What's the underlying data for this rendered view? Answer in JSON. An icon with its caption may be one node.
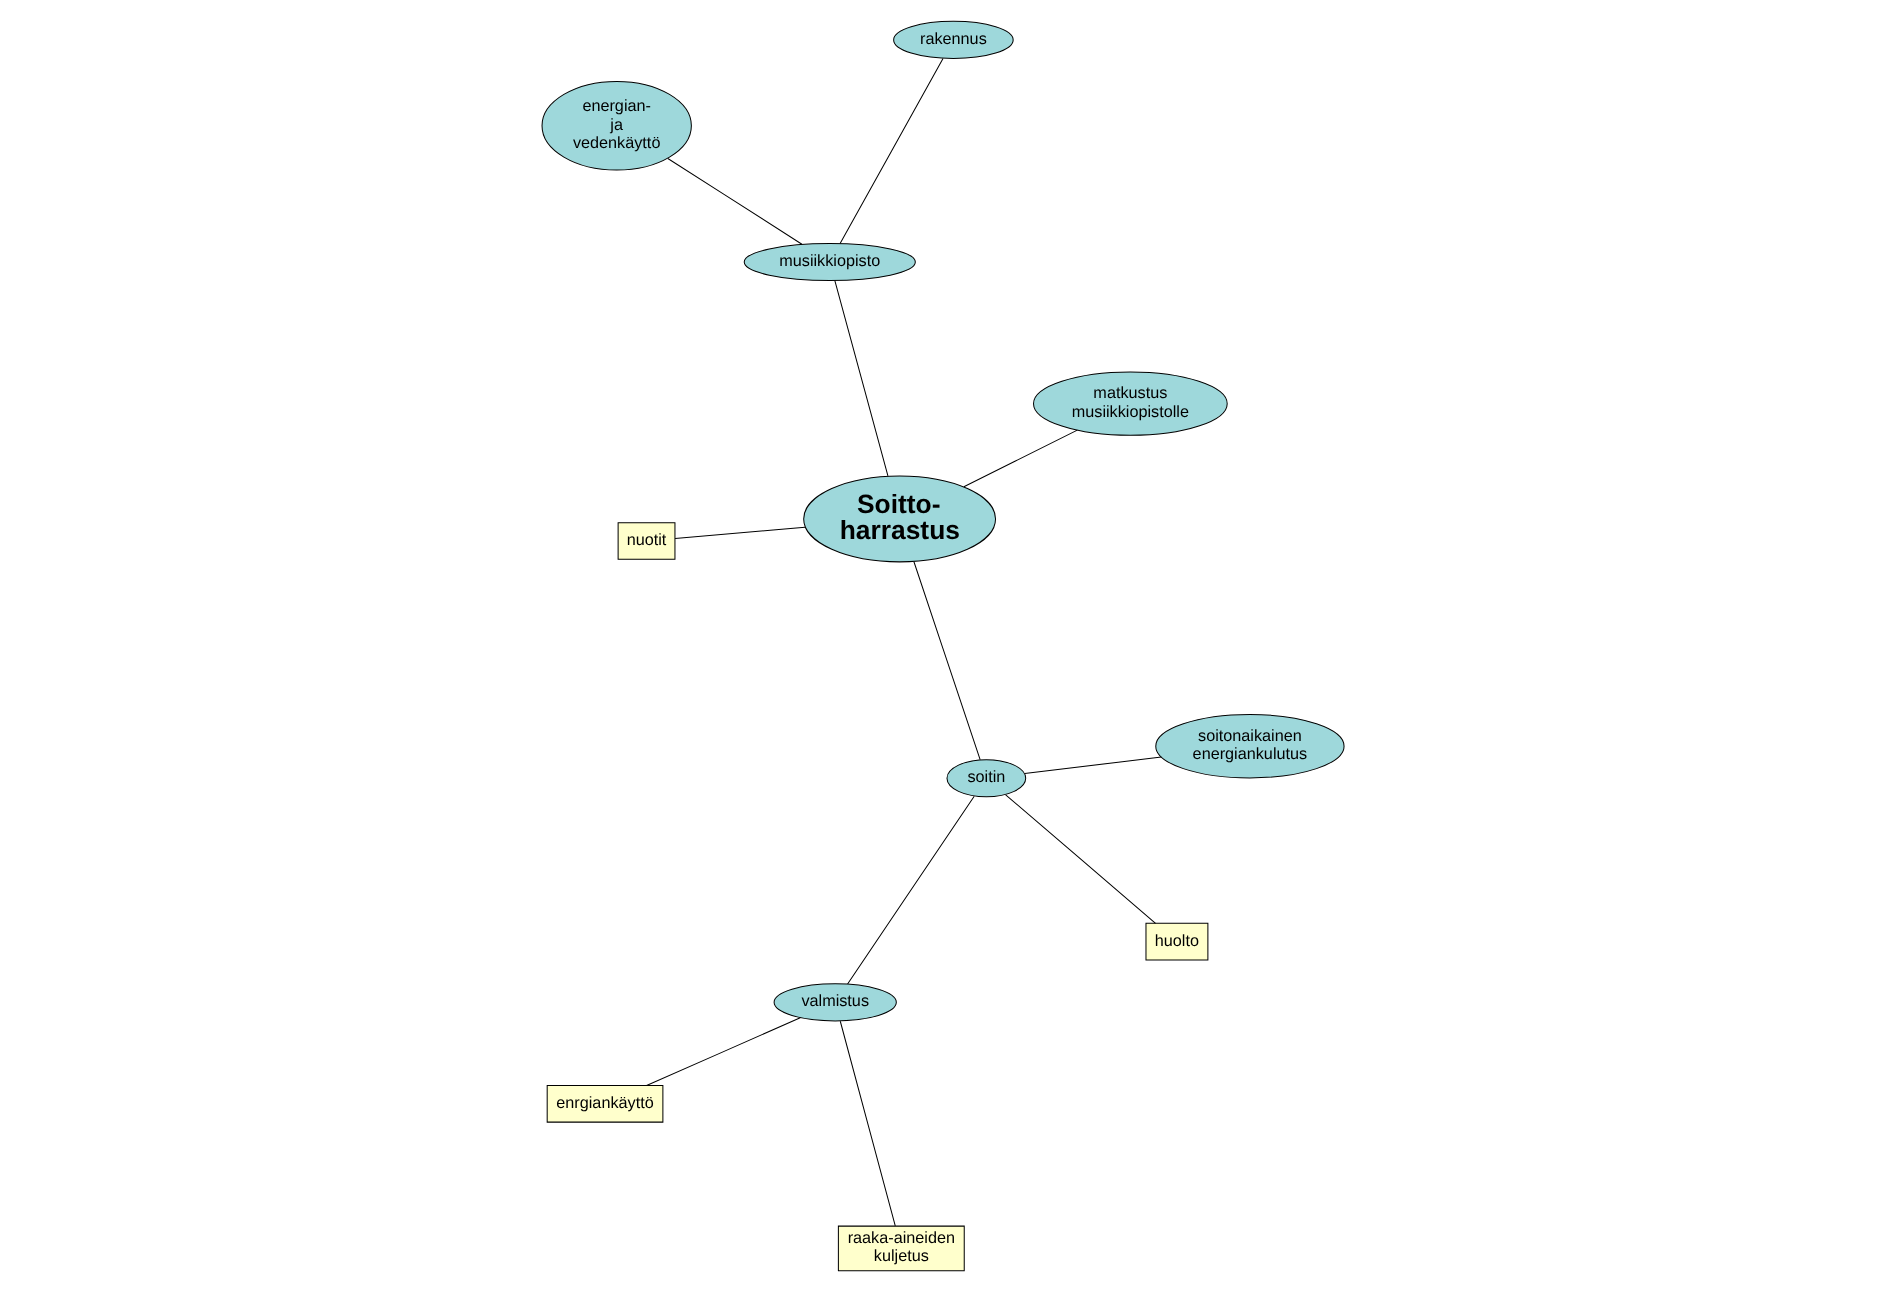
{
  "diagram": {
    "nodes": [
      {
        "text": [
          "Soitto- harrastus"
        ]
      },
      {
        "text": [
          "matkustus musiikkiopistolle"
        ]
      },
      {
        "text": [
          "musiikkiopisto"
        ]
      },
      {
        "text": [
          "energian- ja vedenkäyttö"
        ]
      },
      {
        "text": [
          "rakennus"
        ]
      },
      {
        "text": [
          "soitonaikainen energiankulutus"
        ]
      },
      {
        "text": [
          "nuotit"
        ]
      },
      {
        "text": [
          "soitin"
        ]
      },
      {
        "text": [
          "valmistus"
        ]
      },
      {
        "text": [
          "raaka-aineiden kuljetus"
        ]
      },
      {
        "text": [
          "huolto"
        ]
      },
      {
        "text": [
          "enrgiankäyttö"
        ]
      }
    ],
    "edges": [
      {
        "from": 0,
        "to": 1,
        "arrow": "none"
      },
      {
        "from": 0,
        "to": 2,
        "arrow": "none"
      },
      {
        "from": 2,
        "to": 3,
        "arrow": "none"
      },
      {
        "from": 2,
        "to": 4,
        "arrow": "none"
      },
      {
        "from": 0,
        "to": 6,
        "arrow": "none"
      },
      {
        "from": 0,
        "to": 7,
        "arrow": "none"
      },
      {
        "from": 7,
        "to": 5,
        "arrow": "none"
      },
      {
        "from": 7,
        "to": 8,
        "arrow": "none"
      },
      {
        "from": 7,
        "to": 10,
        "arrow": "none"
      },
      {
        "from": 8,
        "to": 9,
        "arrow": "none"
      },
      {
        "from": 8,
        "to": 11,
        "arrow": "none"
      }
    ]
  }
}
